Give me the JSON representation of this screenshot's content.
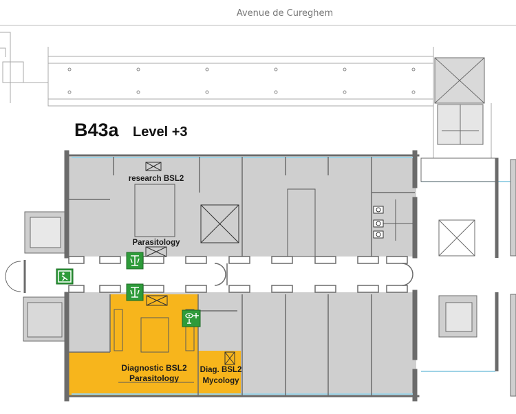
{
  "street": "Avenue de Cureghem",
  "building": {
    "code": "B43a",
    "level": "Level +3"
  },
  "rooms": [
    {
      "id": "research-bsl2",
      "label": "research BSL2"
    },
    {
      "id": "parasitology",
      "label": "Parasitology"
    },
    {
      "id": "diagnostic-bsl2",
      "label_line1": "Diagnostic BSL2",
      "label_line2": "Parasitology"
    },
    {
      "id": "diag-bsl2-mycology",
      "label_line1": "Diag. BSL2",
      "label_line2": "Mycology"
    }
  ],
  "colors": {
    "room_fill": "#cfcfcf",
    "highlight": "#f7b51c",
    "wall": "#6b6b6b",
    "window": "#9ed3e6",
    "corridor": "#ffffff",
    "safety_green": "#2e9b3a"
  },
  "icons": [
    "emergency-exit-icon",
    "safety-shower-icon",
    "eyewash-icon",
    "toilet-icon"
  ]
}
